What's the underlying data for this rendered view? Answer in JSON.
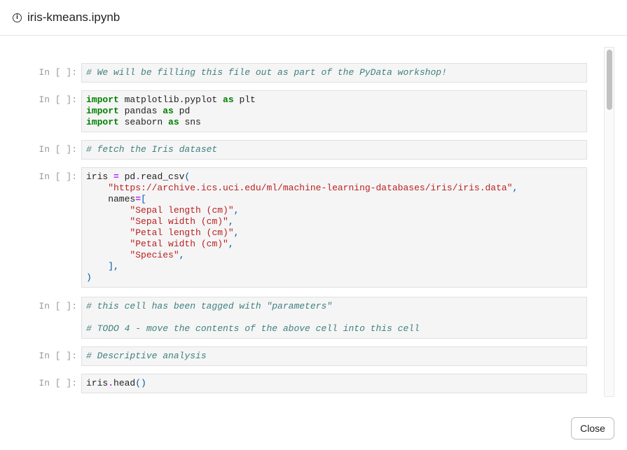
{
  "header": {
    "title": "iris-kmeans.ipynb",
    "icon": "info-icon"
  },
  "cells": [
    {
      "prompt": "In [ ]:",
      "lines": [
        [
          [
            "# We will be filling this file out as part of the PyData workshop!",
            "cm"
          ]
        ]
      ]
    },
    {
      "prompt": "In [ ]:",
      "lines": [
        [
          [
            "import",
            "kw"
          ],
          [
            " matplotlib.pyplot ",
            ""
          ],
          [
            "as",
            "kw"
          ],
          [
            " plt",
            ""
          ]
        ],
        [
          [
            "import",
            "kw"
          ],
          [
            " pandas ",
            ""
          ],
          [
            "as",
            "kw"
          ],
          [
            " pd",
            ""
          ]
        ],
        [
          [
            "import",
            "kw"
          ],
          [
            " seaborn ",
            ""
          ],
          [
            "as",
            "kw"
          ],
          [
            " sns",
            ""
          ]
        ]
      ]
    },
    {
      "prompt": "In [ ]:",
      "lines": [
        [
          [
            "# fetch the Iris dataset",
            "cm"
          ]
        ]
      ]
    },
    {
      "prompt": "In [ ]:",
      "lines": [
        [
          [
            "iris ",
            ""
          ],
          [
            "=",
            "op"
          ],
          [
            " pd",
            ""
          ],
          [
            ".",
            "op"
          ],
          [
            "read_csv",
            ""
          ],
          [
            "(",
            "pn"
          ]
        ],
        [
          [
            "    ",
            ""
          ],
          [
            "\"https://archive.ics.uci.edu/ml/machine-learning-databases/iris/iris.data\"",
            "st"
          ],
          [
            ",",
            "pn"
          ]
        ],
        [
          [
            "    names",
            ""
          ],
          [
            "=",
            "op"
          ],
          [
            "[",
            "pn"
          ]
        ],
        [
          [
            "        ",
            ""
          ],
          [
            "\"Sepal length (cm)\"",
            "st"
          ],
          [
            ",",
            "pn"
          ]
        ],
        [
          [
            "        ",
            ""
          ],
          [
            "\"Sepal width (cm)\"",
            "st"
          ],
          [
            ",",
            "pn"
          ]
        ],
        [
          [
            "        ",
            ""
          ],
          [
            "\"Petal length (cm)\"",
            "st"
          ],
          [
            ",",
            "pn"
          ]
        ],
        [
          [
            "        ",
            ""
          ],
          [
            "\"Petal width (cm)\"",
            "st"
          ],
          [
            ",",
            "pn"
          ]
        ],
        [
          [
            "        ",
            ""
          ],
          [
            "\"Species\"",
            "st"
          ],
          [
            ",",
            "pn"
          ]
        ],
        [
          [
            "    ",
            ""
          ],
          [
            "],",
            "pn"
          ]
        ],
        [
          [
            ")",
            "pn"
          ]
        ]
      ]
    },
    {
      "prompt": "In [ ]:",
      "lines": [
        [
          [
            "# this cell has been tagged with \"parameters\"",
            "cm"
          ]
        ],
        [],
        [
          [
            "# TODO 4 - move the contents of the above cell into this cell",
            "cm"
          ]
        ]
      ]
    },
    {
      "prompt": "In [ ]:",
      "lines": [
        [
          [
            "# Descriptive analysis",
            "cm"
          ]
        ]
      ]
    },
    {
      "prompt": "In [ ]:",
      "lines": [
        [
          [
            "iris",
            ""
          ],
          [
            ".",
            "op"
          ],
          [
            "head",
            ""
          ],
          [
            "()",
            "pn"
          ]
        ]
      ]
    }
  ],
  "footer": {
    "close_label": "Close"
  }
}
